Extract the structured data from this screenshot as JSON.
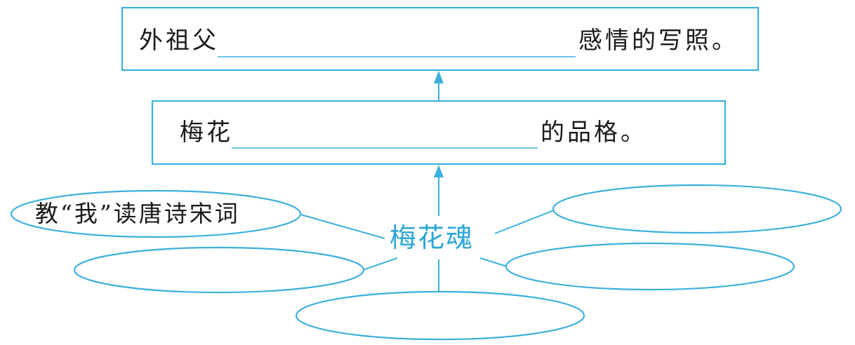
{
  "top_box": {
    "prefix": "外祖父",
    "suffix": "感情的写照。"
  },
  "middle_box": {
    "prefix": "梅花",
    "suffix": "的品格。"
  },
  "center": {
    "label": "梅花魂"
  },
  "ovals": [
    {
      "text": "教“我”读唐诗宋词"
    },
    {
      "text": ""
    },
    {
      "text": ""
    },
    {
      "text": ""
    },
    {
      "text": ""
    }
  ],
  "colors": {
    "accent": "#3bb0dc",
    "center_text": "#2aa6d6",
    "body_text": "#1a1a1a"
  }
}
